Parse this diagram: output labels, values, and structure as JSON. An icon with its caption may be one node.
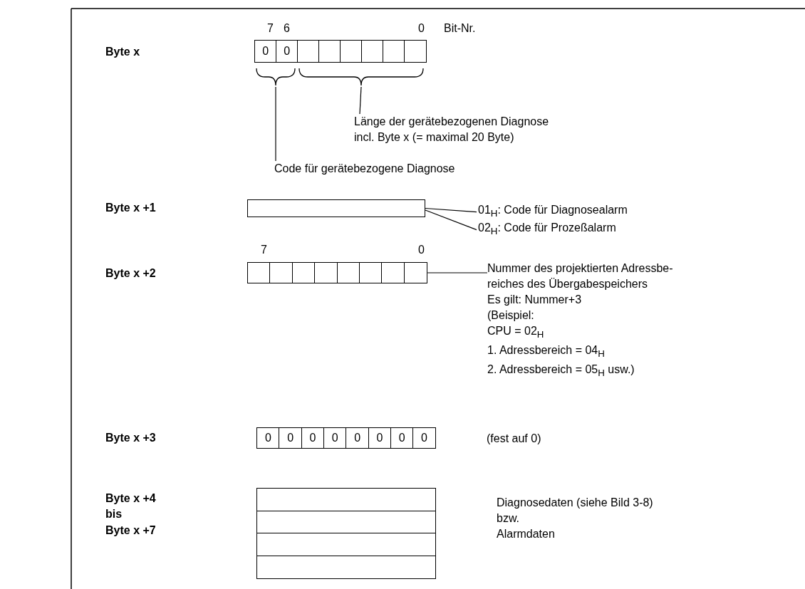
{
  "diagram": {
    "nodes": [
      {
        "text": [
          "0",
          "0"
        ]
      },
      {
        "text": [],
        "shape": "box"
      },
      {
        "text": [
          "Code für gerätebezogene Diagnose"
        ]
      },
      {
        "text": [
          "Länge der gerätebezogenen Diagnose incl. Byte x (= maximal 20 Byte)"
        ]
      },
      {
        "text": [],
        "shape": "box"
      },
      {
        "text": [
          "01$_{H}$: Code für Diagnosealarm"
        ]
      },
      {
        "text": [
          "02$_{H}$: Code für Prozeßalarm"
        ]
      },
      {
        "text": [],
        "shape": "box"
      },
      {
        "text": [
          "Nummer des projektierten Adressbe- reiches des Übergabespeichers",
          "Es gilt: Nummer+3",
          "(Beispiel:",
          "CPU = 02$_{H}$",
          "1. Adressbereich = 04$_{H}$",
          "2. Adressbereich = 05$_{H}$ usw.)"
        ]
      },
      {
        "text": [
          "0",
          "0",
          "0",
          "0",
          "0",
          "0",
          "0",
          "0"
        ]
      },
      {
        "text": [],
        "shape": "box"
      }
    ],
    "edges": [
      {
        "from": 2,
        "to": 0,
        "arrow": "none"
      },
      {
        "from": 3,
        "to": 1,
        "arrow": "none"
      },
      {
        "from": 5,
        "to": 4,
        "arrow": "none"
      },
      {
        "from": 6,
        "to": 4,
        "arrow": "none"
      },
      {
        "from": 8,
        "to": 7,
        "arrow": "none"
      }
    ],
    "labels": [
      "7",
      "6",
      "0",
      "Bit-Nr.",
      "Byte x",
      "Byte x +1",
      "7",
      "0",
      "Byte x +2",
      "Byte x +3",
      "(fest auf 0)",
      "Byte x +4",
      "bis",
      "Byte x +7",
      "Diagnosedaten (siehe Bild 3-8)",
      "bzw.",
      "Alarmdaten"
    ]
  }
}
